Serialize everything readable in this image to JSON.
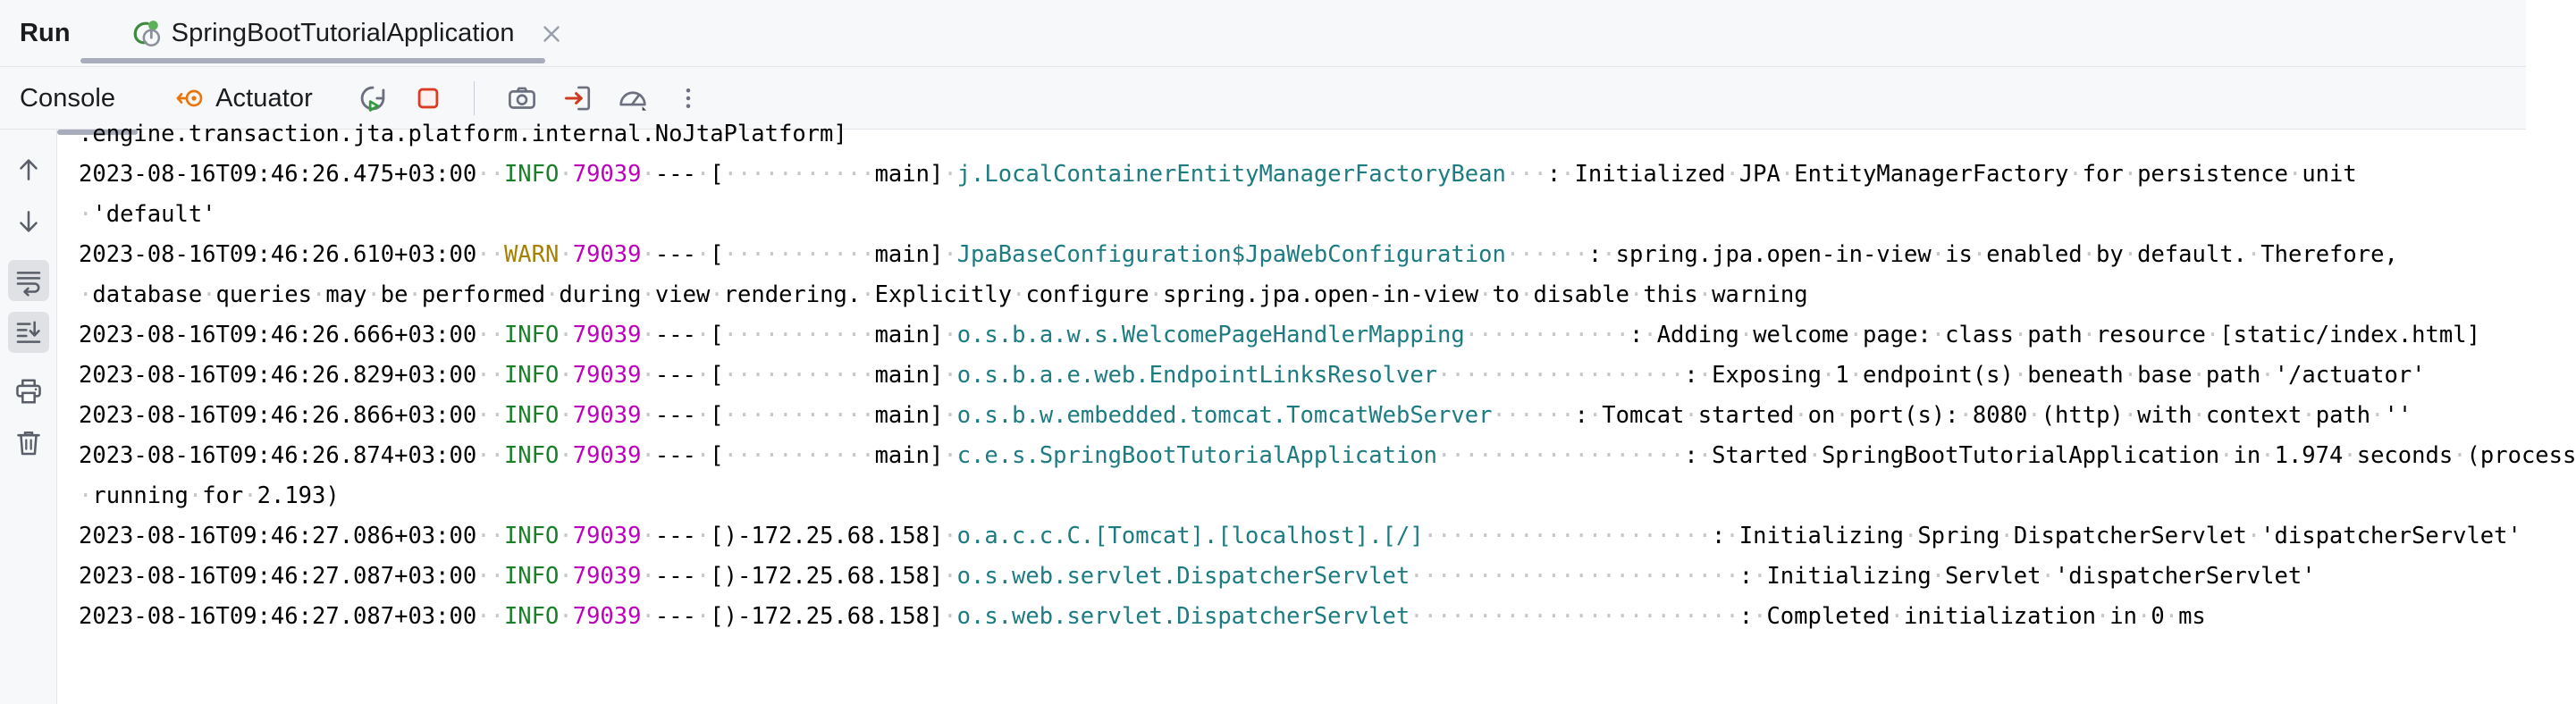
{
  "window": {
    "run_label": "Run"
  },
  "tab": {
    "title": "SpringBootTutorialApplication",
    "icon": "spring-boot-run-icon",
    "close_icon": "close-icon"
  },
  "toolbar": {
    "console_label": "Console",
    "actuator_label": "Actuator",
    "actuator_icon": "actuator-endpoint-icon",
    "buttons": [
      {
        "name": "rerun-button",
        "icon": "rerun-icon"
      },
      {
        "name": "stop-button",
        "icon": "stop-icon"
      },
      {
        "name": "screenshot-button",
        "icon": "camera-icon"
      },
      {
        "name": "dump-threads-button",
        "icon": "arrow-into-box-icon"
      },
      {
        "name": "profiler-button",
        "icon": "gauge-icon"
      },
      {
        "name": "more-options-button",
        "icon": "kebab-menu-icon"
      }
    ]
  },
  "gutter": {
    "buttons": [
      {
        "name": "up-button",
        "icon": "arrow-up-icon",
        "active": false
      },
      {
        "name": "down-button",
        "icon": "arrow-down-icon",
        "active": false
      },
      {
        "name": "soft-wrap-button",
        "icon": "soft-wrap-icon",
        "active": true
      },
      {
        "name": "scroll-to-end-button",
        "icon": "scroll-to-end-icon",
        "active": true
      },
      {
        "name": "print-button",
        "icon": "printer-icon",
        "active": false
      },
      {
        "name": "clear-all-button",
        "icon": "trash-icon",
        "active": false
      }
    ]
  },
  "console": {
    "partial_top_line": ".engine.transaction.jta.platform.internal.NoJtaPlatform]",
    "lines": [
      {
        "timestamp": "2023-08-16T09:46:26.475+03:00",
        "level": "INFO",
        "pid": "79039",
        "dash": "---",
        "thread": "[           main]",
        "logger": "j.LocalContainerEntityManagerFactoryBean",
        "logger_pad": " ",
        "message": ": Initialized JPA EntityManagerFactory for persistence unit",
        "continuation": " 'default'"
      },
      {
        "timestamp": "2023-08-16T09:46:26.610+03:00",
        "level": "WARN",
        "pid": "79039",
        "dash": "---",
        "thread": "[           main]",
        "logger": "JpaBaseConfiguration$JpaWebConfiguration",
        "logger_pad": "  ",
        "message": ": spring.jpa.open-in-view is enabled by default. Therefore,",
        "continuation": " database queries may be performed during view rendering. Explicitly configure spring.jpa.open-in-view to disable this warning"
      },
      {
        "timestamp": "2023-08-16T09:46:26.666+03:00",
        "level": "INFO",
        "pid": "79039",
        "dash": "---",
        "thread": "[           main]",
        "logger": "o.s.b.a.w.s.WelcomePageHandlerMapping",
        "logger_pad": "    ",
        "message": ": Adding welcome page: class path resource [static/index.html]",
        "continuation": ""
      },
      {
        "timestamp": "2023-08-16T09:46:26.829+03:00",
        "level": "INFO",
        "pid": "79039",
        "dash": "---",
        "thread": "[           main]",
        "logger": "o.s.b.a.e.web.EndpointLinksResolver",
        "logger_pad": "      ",
        "message": ": Exposing 1 endpoint(s) beneath base path '/actuator'",
        "continuation": ""
      },
      {
        "timestamp": "2023-08-16T09:46:26.866+03:00",
        "level": "INFO",
        "pid": "79039",
        "dash": "---",
        "thread": "[           main]",
        "logger": "o.s.b.w.embedded.tomcat.TomcatWebServer",
        "logger_pad": "  ",
        "message": ": Tomcat started on port(s): 8080 (http) with context path ''",
        "continuation": ""
      },
      {
        "timestamp": "2023-08-16T09:46:26.874+03:00",
        "level": "INFO",
        "pid": "79039",
        "dash": "---",
        "thread": "[           main]",
        "logger": "c.e.s.SpringBootTutorialApplication",
        "logger_pad": "      ",
        "message": ": Started SpringBootTutorialApplication in 1.974 seconds (process",
        "continuation": " running for 2.193)"
      },
      {
        "timestamp": "2023-08-16T09:46:27.086+03:00",
        "level": "INFO",
        "pid": "79039",
        "dash": "---",
        "thread": "[)-172.25.68.158]",
        "logger": "o.a.c.c.C.[Tomcat].[localhost].[/]",
        "logger_pad": "       ",
        "message": ": Initializing Spring DispatcherServlet 'dispatcherServlet'",
        "continuation": ""
      },
      {
        "timestamp": "2023-08-16T09:46:27.087+03:00",
        "level": "INFO",
        "pid": "79039",
        "dash": "---",
        "thread": "[)-172.25.68.158]",
        "logger": "o.s.web.servlet.DispatcherServlet",
        "logger_pad": "        ",
        "message": ": Initializing Servlet 'dispatcherServlet'",
        "continuation": ""
      },
      {
        "timestamp": "2023-08-16T09:46:27.087+03:00",
        "level": "INFO",
        "pid": "79039",
        "dash": "---",
        "thread": "[)-172.25.68.158]",
        "logger": "o.s.web.servlet.DispatcherServlet",
        "logger_pad": "        ",
        "message": ": Completed initialization in 0 ms",
        "continuation": ""
      }
    ]
  },
  "colors": {
    "info": "#1a7f28",
    "warn": "#a68100",
    "pid": "#bc00bc",
    "logger": "#1d7b82",
    "text": "#000000",
    "toolbar_bg": "#f7f8fa",
    "console_bg": "#ffffff",
    "accent_stop": "#db3b21",
    "accent_actuator": "#e8760c"
  }
}
